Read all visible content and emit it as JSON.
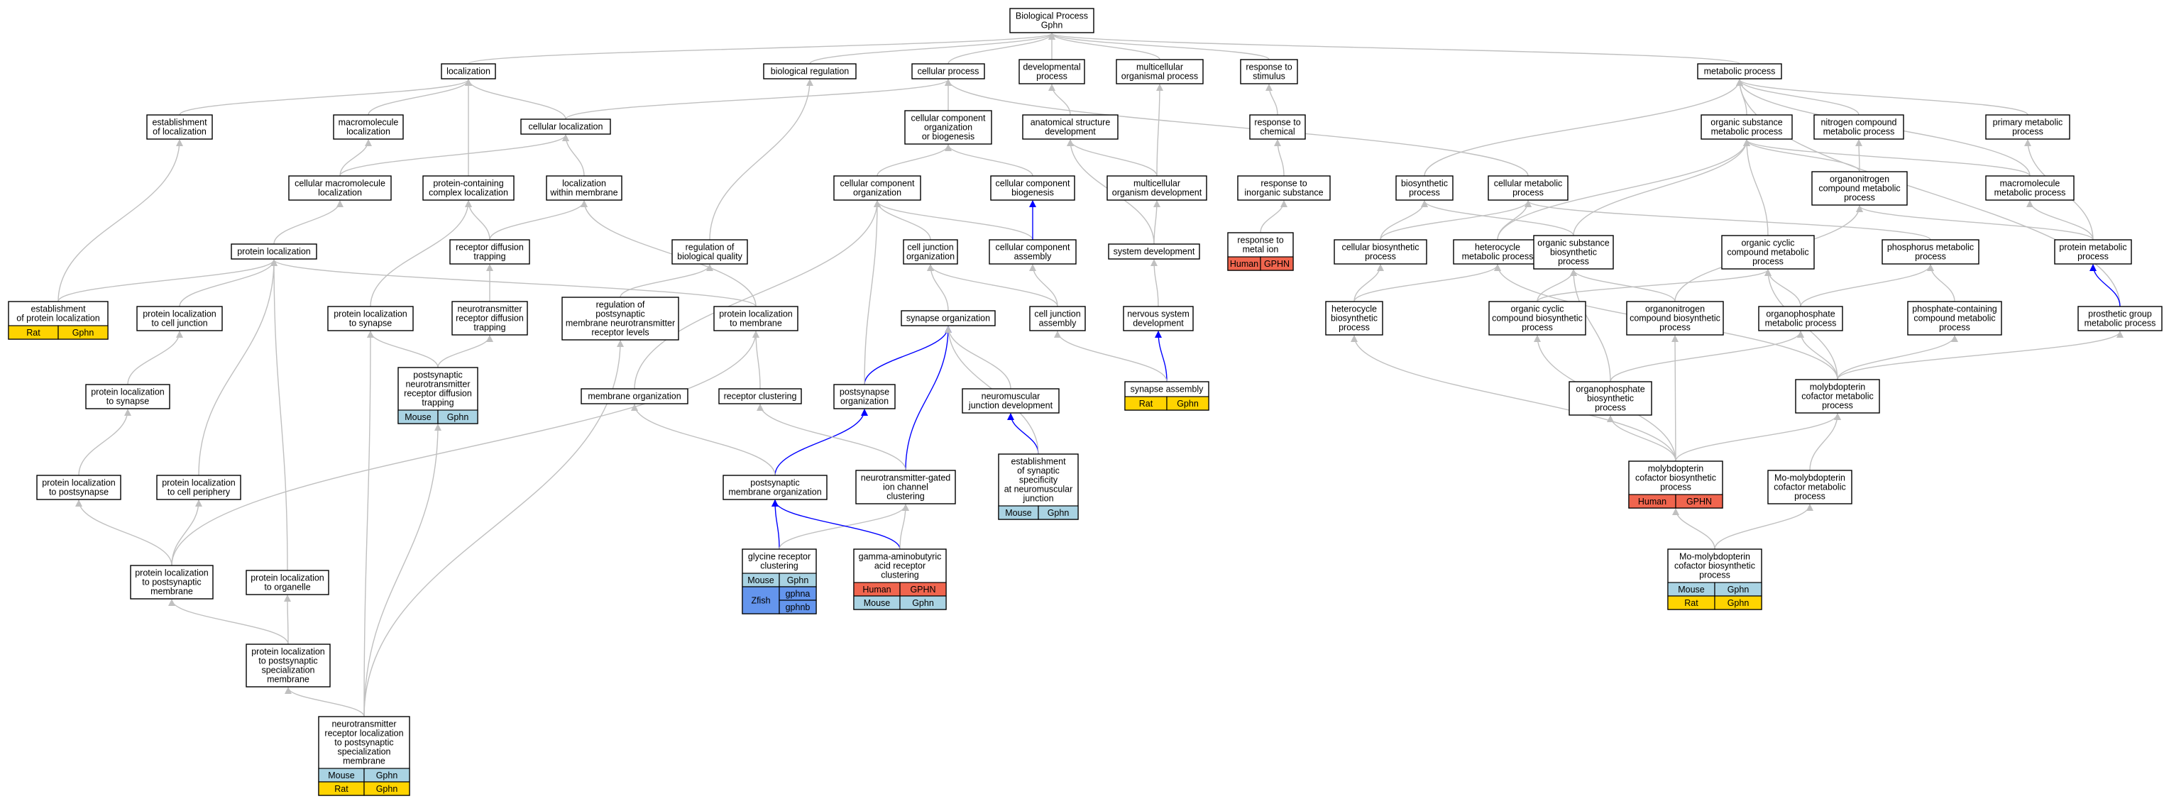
{
  "colors": {
    "edge_gray": "#c0c0c0",
    "edge_blue": "#0000ff",
    "human": "#f0654e",
    "mouse": "#a9d3e3",
    "rat": "#ffd400",
    "zfish": "#6495ed"
  },
  "nodes": {
    "bp": [
      "Biological Process",
      "Gphn"
    ],
    "localization": [
      "localization"
    ],
    "bioreg": [
      "biological regulation"
    ],
    "cellproc": [
      "cellular process"
    ],
    "devproc": [
      "developmental",
      "process"
    ],
    "multorg": [
      "multicellular",
      "organismal process"
    ],
    "respstim": [
      "response to",
      "stimulus"
    ],
    "metproc": [
      "metabolic process"
    ],
    "estloc": [
      "establishment",
      "of localization"
    ],
    "macroloc": [
      "macromolecule",
      "localization"
    ],
    "cellloc": [
      "cellular localization"
    ],
    "ccob": [
      "cellular component",
      "organization",
      "or biogenesis"
    ],
    "asd": [
      "anatomical structure",
      "development"
    ],
    "respchem": [
      "response to",
      "chemical"
    ],
    "osmp": [
      "organic substance",
      "metabolic process"
    ],
    "ncmp": [
      "nitrogen compound",
      "metabolic process"
    ],
    "primmet": [
      "primary metabolic",
      "process"
    ],
    "cmacroloc": [
      "cellular macromolecule",
      "localization"
    ],
    "pccl": [
      "protein-containing",
      "complex localization"
    ],
    "lwm": [
      "localization",
      "within membrane"
    ],
    "cco": [
      "cellular component",
      "organization"
    ],
    "ccb": [
      "cellular component",
      "biogenesis"
    ],
    "mod": [
      "multicellular",
      "organism development"
    ],
    "ris": [
      "response to",
      "inorganic substance"
    ],
    "biosyn": [
      "biosynthetic",
      "process"
    ],
    "cellmet": [
      "cellular metabolic",
      "process"
    ],
    "oncmp": [
      "organonitrogen",
      "compound metabolic",
      "process"
    ],
    "macromet": [
      "macromolecule",
      "metabolic process"
    ],
    "rdt": [
      "receptor diffusion",
      "trapping"
    ],
    "rbq": [
      "regulation of",
      "biological quality"
    ],
    "protloc": [
      "protein localization"
    ],
    "cjo": [
      "cell junction",
      "organization"
    ],
    "cca": [
      "cellular component",
      "assembly"
    ],
    "sysdev": [
      "system development"
    ],
    "rmi": [
      "response to",
      "metal ion"
    ],
    "cbp": [
      "cellular biosynthetic",
      "process"
    ],
    "hmp": [
      "heterocycle",
      "metabolic process"
    ],
    "osbp": [
      "organic substance",
      "biosynthetic",
      "process"
    ],
    "occmp": [
      "organic cyclic",
      "compound metabolic",
      "process"
    ],
    "phmp": [
      "phosphorus metabolic",
      "process"
    ],
    "pmp": [
      "protein metabolic",
      "process"
    ],
    "epl": [
      "establishment",
      "of protein localization"
    ],
    "plcj": [
      "protein localization",
      "to cell junction"
    ],
    "pls": [
      "protein localization",
      "to synapse"
    ],
    "ntrdt": [
      "neurotransmitter",
      "receptor diffusion",
      "trapping"
    ],
    "rpmnrl": [
      "regulation of",
      "postsynaptic",
      "membrane neurotransmitter",
      "receptor levels"
    ],
    "pltm": [
      "protein localization",
      "to membrane"
    ],
    "synorg": [
      "synapse organization"
    ],
    "cja": [
      "cell junction",
      "assembly"
    ],
    "nsd": [
      "nervous system",
      "development"
    ],
    "hbp": [
      "heterocycle",
      "biosynthetic",
      "process"
    ],
    "occbp": [
      "organic cyclic",
      "compound biosynthetic",
      "process"
    ],
    "oncbp": [
      "organonitrogen",
      "compound biosynthetic",
      "process"
    ],
    "opmp": [
      "organophosphate",
      "metabolic process"
    ],
    "pccmp": [
      "phosphate-containing",
      "compound metabolic",
      "process"
    ],
    "pgmp": [
      "prosthetic group",
      "metabolic process"
    ],
    "pltsyn": [
      "protein localization",
      "to synapse"
    ],
    "pntrdt": [
      "postsynaptic",
      "neurotransmitter",
      "receptor diffusion",
      "trapping"
    ],
    "memorg": [
      "membrane organization"
    ],
    "recclus": [
      "receptor clustering"
    ],
    "psorg": [
      "postsynapse",
      "organization"
    ],
    "njd": [
      "neuromuscular",
      "junction development"
    ],
    "synasm": [
      "synapse assembly"
    ],
    "opbp": [
      "organophosphate",
      "biosynthetic",
      "process"
    ],
    "mcmp": [
      "molybdopterin",
      "cofactor metabolic",
      "process"
    ],
    "plps": [
      "protein localization",
      "to postsynapse"
    ],
    "plcp": [
      "protein localization",
      "to cell periphery"
    ],
    "pmo": [
      "postsynaptic",
      "membrane organization"
    ],
    "ntgicc": [
      "neurotransmitter-gated",
      "ion channel",
      "clustering"
    ],
    "essnj": [
      "establishment",
      "of synaptic",
      "specificity",
      "at neuromuscular",
      "junction"
    ],
    "mcbp": [
      "molybdopterin",
      "cofactor biosynthetic",
      "process"
    ],
    "momcmp": [
      "Mo-molybdopterin",
      "cofactor metabolic",
      "process"
    ],
    "grc": [
      "glycine receptor",
      "clustering"
    ],
    "gabarc": [
      "gamma-aminobutyric",
      "acid receptor",
      "clustering"
    ],
    "momcbp": [
      "Mo-molybdopterin",
      "cofactor biosynthetic",
      "process"
    ],
    "pltpm": [
      "protein localization",
      "to postsynaptic",
      "membrane"
    ],
    "pltorg": [
      "protein localization",
      "to organelle"
    ],
    "pltpsm": [
      "protein localization",
      "to postsynaptic",
      "specialization",
      "membrane"
    ],
    "ntrl": [
      "neurotransmitter",
      "receptor localization",
      "to postsynaptic",
      "specialization",
      "membrane"
    ]
  },
  "annotations": {
    "rmi": [
      [
        "Human",
        "GPHN"
      ]
    ],
    "epl": [
      [
        "Rat",
        "Gphn"
      ]
    ],
    "pntrdt": [
      [
        "Mouse",
        "Gphn"
      ]
    ],
    "synasm": [
      [
        "Rat",
        "Gphn"
      ]
    ],
    "mcbp": [
      [
        "Human",
        "GPHN"
      ]
    ],
    "essnj": [
      [
        "Mouse",
        "Gphn"
      ]
    ],
    "grc": [
      [
        "Mouse",
        "Gphn"
      ],
      [
        "Zfish",
        "gphna",
        "gphnb"
      ]
    ],
    "gabarc": [
      [
        "Human",
        "GPHN"
      ],
      [
        "Mouse",
        "Gphn"
      ]
    ],
    "momcbp": [
      [
        "Mouse",
        "Gphn"
      ],
      [
        "Rat",
        "Gphn"
      ]
    ],
    "ntrl": [
      [
        "Mouse",
        "Gphn"
      ],
      [
        "Rat",
        "Gphn"
      ]
    ]
  }
}
